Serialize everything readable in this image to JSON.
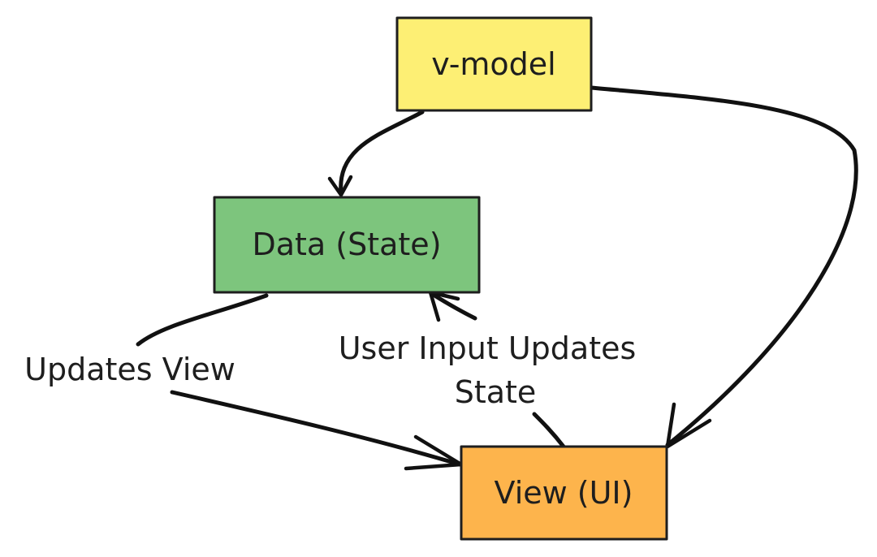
{
  "nodes": {
    "vmodel": {
      "label": "v-model",
      "fill": "#fdef74"
    },
    "data": {
      "label": "Data (State)",
      "fill": "#7dc57d"
    },
    "view": {
      "label": "View (UI)",
      "fill": "#fdb44c"
    }
  },
  "edges": {
    "updates_view": {
      "label": "Updates View"
    },
    "user_input": {
      "label_line1": "User Input Updates",
      "label_line2": "State"
    }
  },
  "colors": {
    "stroke": "#1e1e1e",
    "background": "#ffffff"
  }
}
